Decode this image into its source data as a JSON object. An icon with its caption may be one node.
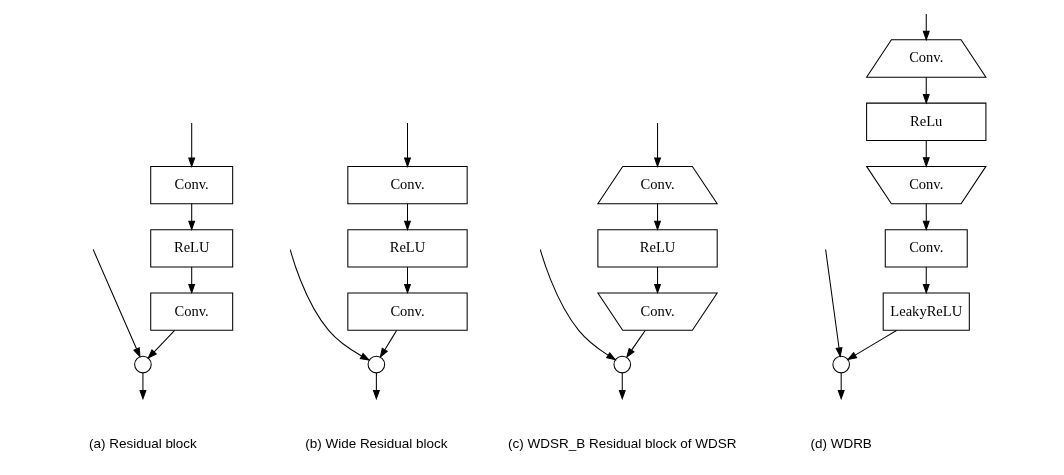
{
  "diagram": {
    "nodes": [
      {
        "text": [
          "Conv."
        ]
      },
      {
        "text": [
          "ReLU"
        ]
      },
      {
        "text": [
          "Conv."
        ]
      },
      {
        "text": [],
        "shape": "circle"
      },
      {
        "text": [
          "Conv."
        ]
      },
      {
        "text": [
          "ReLU"
        ]
      },
      {
        "text": [
          "Conv."
        ]
      },
      {
        "text": [],
        "shape": "circle"
      },
      {
        "text": [
          "Conv."
        ]
      },
      {
        "text": [
          "ReLU"
        ]
      },
      {
        "text": [
          "Conv."
        ]
      },
      {
        "text": [],
        "shape": "circle"
      },
      {
        "text": [
          "Conv."
        ]
      },
      {
        "text": [
          "ReLu"
        ]
      },
      {
        "text": [
          "Conv."
        ]
      },
      {
        "text": [
          "Conv."
        ]
      },
      {
        "text": [
          "LeakyReLU"
        ]
      },
      {
        "text": [],
        "shape": "circle"
      }
    ],
    "edges": [
      {
        "from": null,
        "to": 0,
        "arrow": "to"
      },
      {
        "from": 0,
        "to": 1,
        "arrow": "to"
      },
      {
        "from": 1,
        "to": 2,
        "arrow": "to"
      },
      {
        "from": 2,
        "to": 3,
        "arrow": "to"
      },
      {
        "from": null,
        "to": 3,
        "arrow": "to"
      },
      {
        "from": 3,
        "to": null,
        "arrow": "to"
      },
      {
        "from": null,
        "to": 4,
        "arrow": "to"
      },
      {
        "from": 4,
        "to": 5,
        "arrow": "to"
      },
      {
        "from": 5,
        "to": 6,
        "arrow": "to"
      },
      {
        "from": 6,
        "to": 7,
        "arrow": "to"
      },
      {
        "from": null,
        "to": 7,
        "arrow": "to"
      },
      {
        "from": 7,
        "to": null,
        "arrow": "to"
      },
      {
        "from": null,
        "to": 8,
        "arrow": "to"
      },
      {
        "from": 8,
        "to": 9,
        "arrow": "to"
      },
      {
        "from": 9,
        "to": 10,
        "arrow": "to"
      },
      {
        "from": 10,
        "to": 11,
        "arrow": "to"
      },
      {
        "from": null,
        "to": 11,
        "arrow": "to"
      },
      {
        "from": 11,
        "to": null,
        "arrow": "to"
      },
      {
        "from": null,
        "to": 12,
        "arrow": "to"
      },
      {
        "from": 12,
        "to": 13,
        "arrow": "to"
      },
      {
        "from": 13,
        "to": 14,
        "arrow": "to"
      },
      {
        "from": 14,
        "to": 15,
        "arrow": "to"
      },
      {
        "from": 15,
        "to": 16,
        "arrow": "to"
      },
      {
        "from": 16,
        "to": 17,
        "arrow": "to"
      },
      {
        "from": null,
        "to": 17,
        "arrow": "to"
      },
      {
        "from": 17,
        "to": null,
        "arrow": "to"
      }
    ],
    "labels": [
      "(a) Residual block",
      "(b) Wide Residual block",
      "(c) WDSR_B Residual block of WDSR",
      "(d) WDRB"
    ]
  }
}
